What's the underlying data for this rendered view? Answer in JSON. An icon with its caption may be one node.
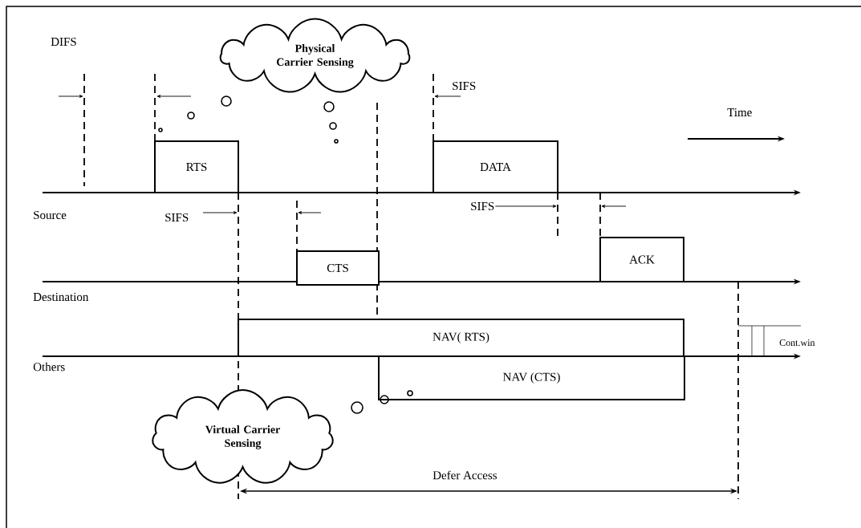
{
  "diagram": {
    "nodes": [
      {
        "text": [
          "Physical Carrier Sensing"
        ]
      },
      {
        "text": [
          "RTS"
        ]
      },
      {
        "text": [
          "DATA"
        ]
      },
      {
        "text": [
          "CTS"
        ]
      },
      {
        "text": [
          "ACK"
        ]
      },
      {
        "text": [
          "NAV( RTS)"
        ]
      },
      {
        "text": [
          "NAV (CTS)"
        ]
      },
      {
        "text": [
          "Virtual Carrier Sensing"
        ]
      }
    ],
    "labels": [
      "DIFS",
      "SIFS",
      "Time",
      "Source",
      "SIFS",
      "SIFS",
      "Destination",
      "Cont.win",
      "Others",
      "Defer Access"
    ]
  }
}
